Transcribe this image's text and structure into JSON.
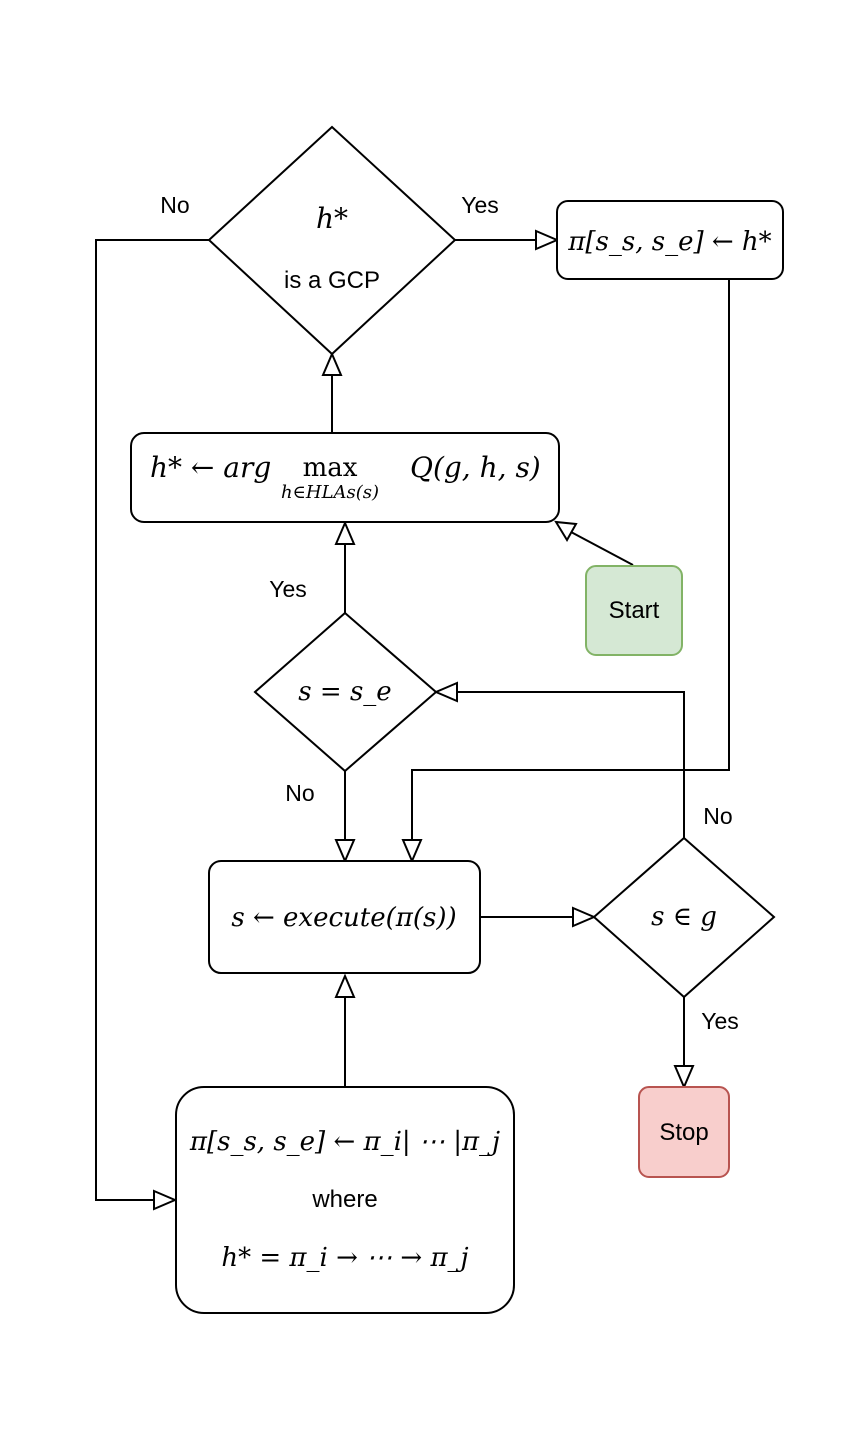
{
  "nodes": {
    "gcp_decision": {
      "line1": "h*",
      "line2": "is a GCP"
    },
    "assign_policy": {
      "label": "π[s_s, s_e] ← h*"
    },
    "select_hla": {
      "lhs": "h* ← arg",
      "op": "max",
      "sub": "h∈HLAs(s)",
      "rhs": "Q(g, h, s)"
    },
    "start": {
      "label": "Start",
      "fill": "#d5e8d4",
      "stroke": "#82b366"
    },
    "state_end_decision": {
      "label": "s = s_e"
    },
    "execute": {
      "label": "s ← execute(π(s))"
    },
    "goal_decision": {
      "label": "s ∈ g"
    },
    "stop": {
      "label": "Stop",
      "fill": "#f8cecc",
      "stroke": "#b85450"
    },
    "decompose": {
      "line1": "π[s_s, s_e] ← π_i| ⋯ |π_j",
      "line2": "where",
      "line3": "h* = π_i → ⋯ → π_j"
    }
  },
  "edge_labels": {
    "gcp_no": "No",
    "gcp_yes": "Yes",
    "se_yes": "Yes",
    "se_no": "No",
    "goal_no": "No",
    "goal_yes": "Yes"
  }
}
